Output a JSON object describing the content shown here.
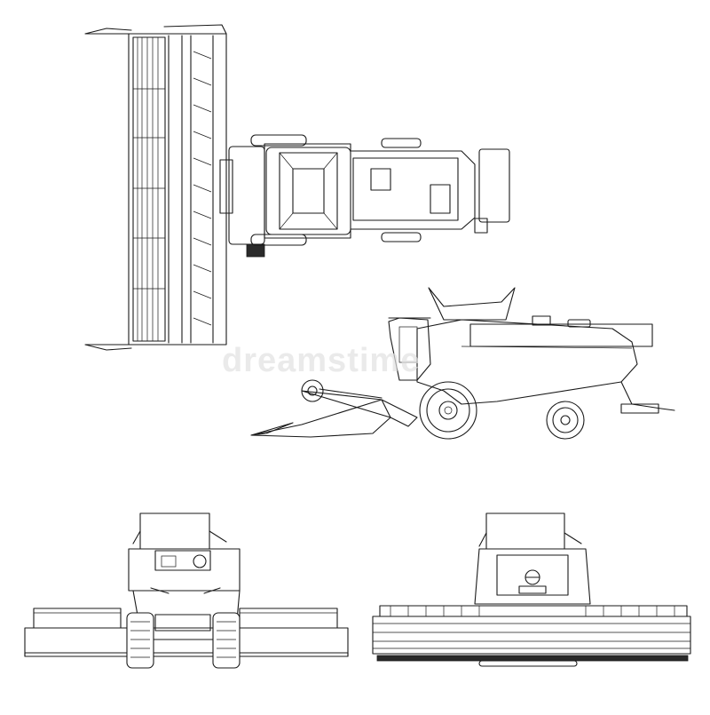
{
  "watermark": "dreamstime",
  "colors": {
    "line": "#1a1a1a",
    "background": "#ffffff",
    "watermark": "#e2e2e2"
  },
  "views": [
    "top-view",
    "side-view",
    "front-view",
    "rear-view"
  ]
}
